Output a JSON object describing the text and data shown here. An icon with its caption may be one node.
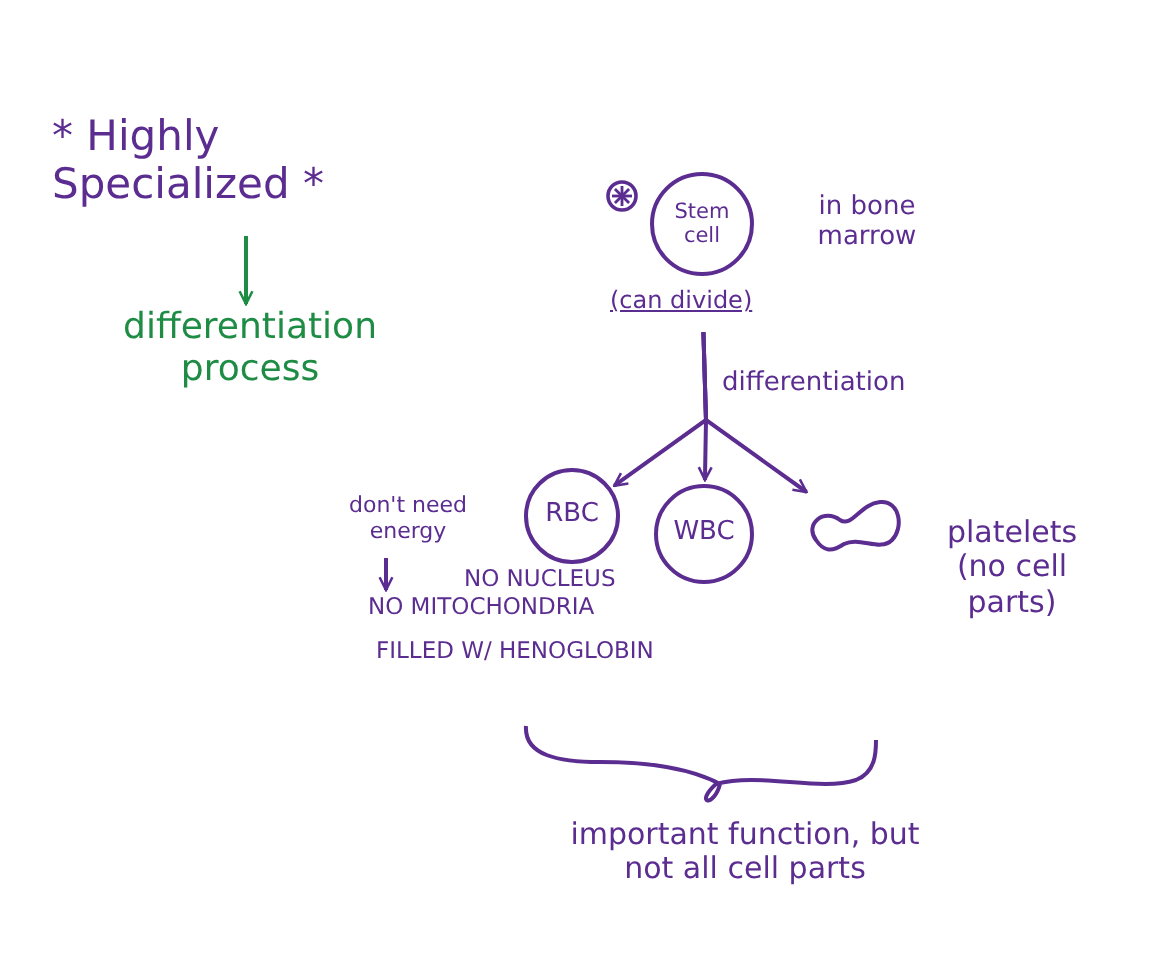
{
  "diagram": {
    "nodes": [
      {
        "text": [
          "* Highly Specialized *"
        ]
      },
      {
        "text": [
          "differentiation process"
        ]
      },
      {
        "text": [
          "Stem cell"
        ],
        "beside": [
          "in bone marrow",
          "(can divide)"
        ]
      },
      {
        "text": [
          "RBC"
        ]
      },
      {
        "text": [
          "WBC"
        ]
      },
      {
        "text": [],
        "shape": "blob",
        "beside": [
          "platelets (no cell parts)"
        ]
      },
      {
        "text": [
          "don't need energy"
        ]
      },
      {
        "text": [
          "NO MITOCHONDRIA"
        ]
      }
    ],
    "edges": [
      {
        "from": 0,
        "to": 1,
        "arrow": "to",
        "color": "#1e8c45"
      },
      {
        "from": 2,
        "to": 3,
        "arrow": "to"
      },
      {
        "from": 2,
        "to": 4,
        "arrow": "to",
        "label": "differentiation"
      },
      {
        "from": 2,
        "to": 5,
        "arrow": "to"
      },
      {
        "from": 6,
        "to": 7,
        "arrow": "to"
      }
    ],
    "labels": [
      "NO NUCLEUS",
      "FILLED W/ HENOGLOBIN",
      "important function, but not all cell parts"
    ]
  }
}
